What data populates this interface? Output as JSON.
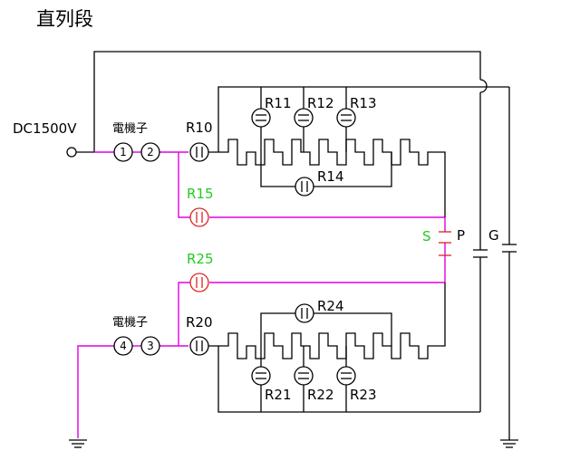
{
  "title": "直列段",
  "source_label": "DC1500V",
  "terminal_label_top": "電機子",
  "terminal_label_bottom": "電機子",
  "terminals": [
    "1",
    "2",
    "4",
    "3"
  ],
  "resistors": {
    "r10": "R10",
    "r11": "R11",
    "r12": "R12",
    "r13": "R13",
    "r14": "R14",
    "r15": "R15",
    "r20": "R20",
    "r21": "R21",
    "r22": "R22",
    "r23": "R23",
    "r24": "R24",
    "r25": "R25"
  },
  "switches": {
    "s": "S",
    "p": "P",
    "g": "G"
  },
  "colors": {
    "wire": "#000000",
    "active_path": "#e000e0",
    "active_resistor": "#e02020",
    "active_label": "#22cc22"
  }
}
